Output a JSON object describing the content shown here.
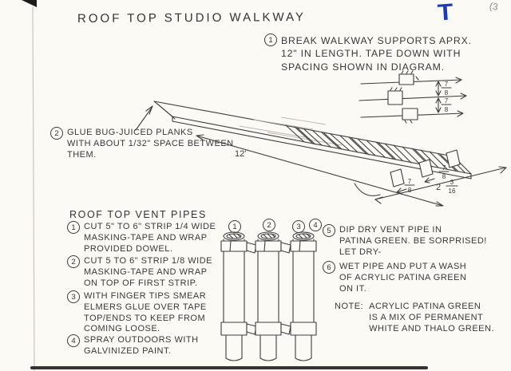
{
  "page": {
    "title": "ROOF TOP STUDIO WALKWAY",
    "page_number": "(3",
    "corner_letter": "T",
    "ink_color": "#3e3e3e",
    "marker_blue": "#1e3cb5",
    "paper_color": "#fbfaf5"
  },
  "walkway_steps": [
    {
      "num": "1",
      "text": "BREAK WALKWAY SUPPORTS APRX.\n12\" IN LENGTH. TAPE DOWN WITH\nSPACING SHOWN IN DIAGRAM."
    },
    {
      "num": "2",
      "text": "GLUE BUG-JUICED PLANKS\nWITH ABOUT 1/32\" SPACE BETWEEN\nTHEM."
    }
  ],
  "walkway_dims": {
    "length": "12'",
    "rail_gap": {
      "num": "7",
      "den": "8"
    },
    "support_offset": {
      "num": "7",
      "den": "8"
    },
    "support_spacing": {
      "whole": "2",
      "num": "3",
      "den": "16"
    }
  },
  "vent_pipes": {
    "heading": "ROOF TOP VENT PIPES",
    "left_steps": [
      {
        "num": "1",
        "text": "CUT 5\" TO 6\" STRIP 1/4 WIDE\nMASKING-TAPE AND WRAP\nPROVIDED DOWEL."
      },
      {
        "num": "2",
        "text": "CUT 5 TO 6\" STRIP 1/8 WIDE\nMASKING-TAPE AND WRAP\nON TOP OF FIRST STRIP."
      },
      {
        "num": "3",
        "text": "WITH FINGER TIPS SMEAR\nELMERS GLUE OVER TAPE\nTOP/ENDS TO KEEP FROM\nCOMING LOOSE."
      },
      {
        "num": "4",
        "text": "SPRAY OUTDOORS WITH\nGALVINIZED PAINT."
      }
    ],
    "right_steps": [
      {
        "num": "5",
        "text": "DIP DRY VENT PIPE IN\nPATINA GREEN. BE SORPRISED!\nLET DRY-"
      },
      {
        "num": "6",
        "text": "WET PIPE AND PUT A WASH\nOF ACRYLIC PATINA GREEN\nON IT."
      }
    ],
    "note_label": "NOTE:",
    "note_text": "ACRYLIC PATINA GREEN\nIS A MIX OF PERMANENT\nWHITE AND THALO GREEN.",
    "pipe_labels": [
      "1",
      "2",
      "3",
      "4"
    ]
  }
}
